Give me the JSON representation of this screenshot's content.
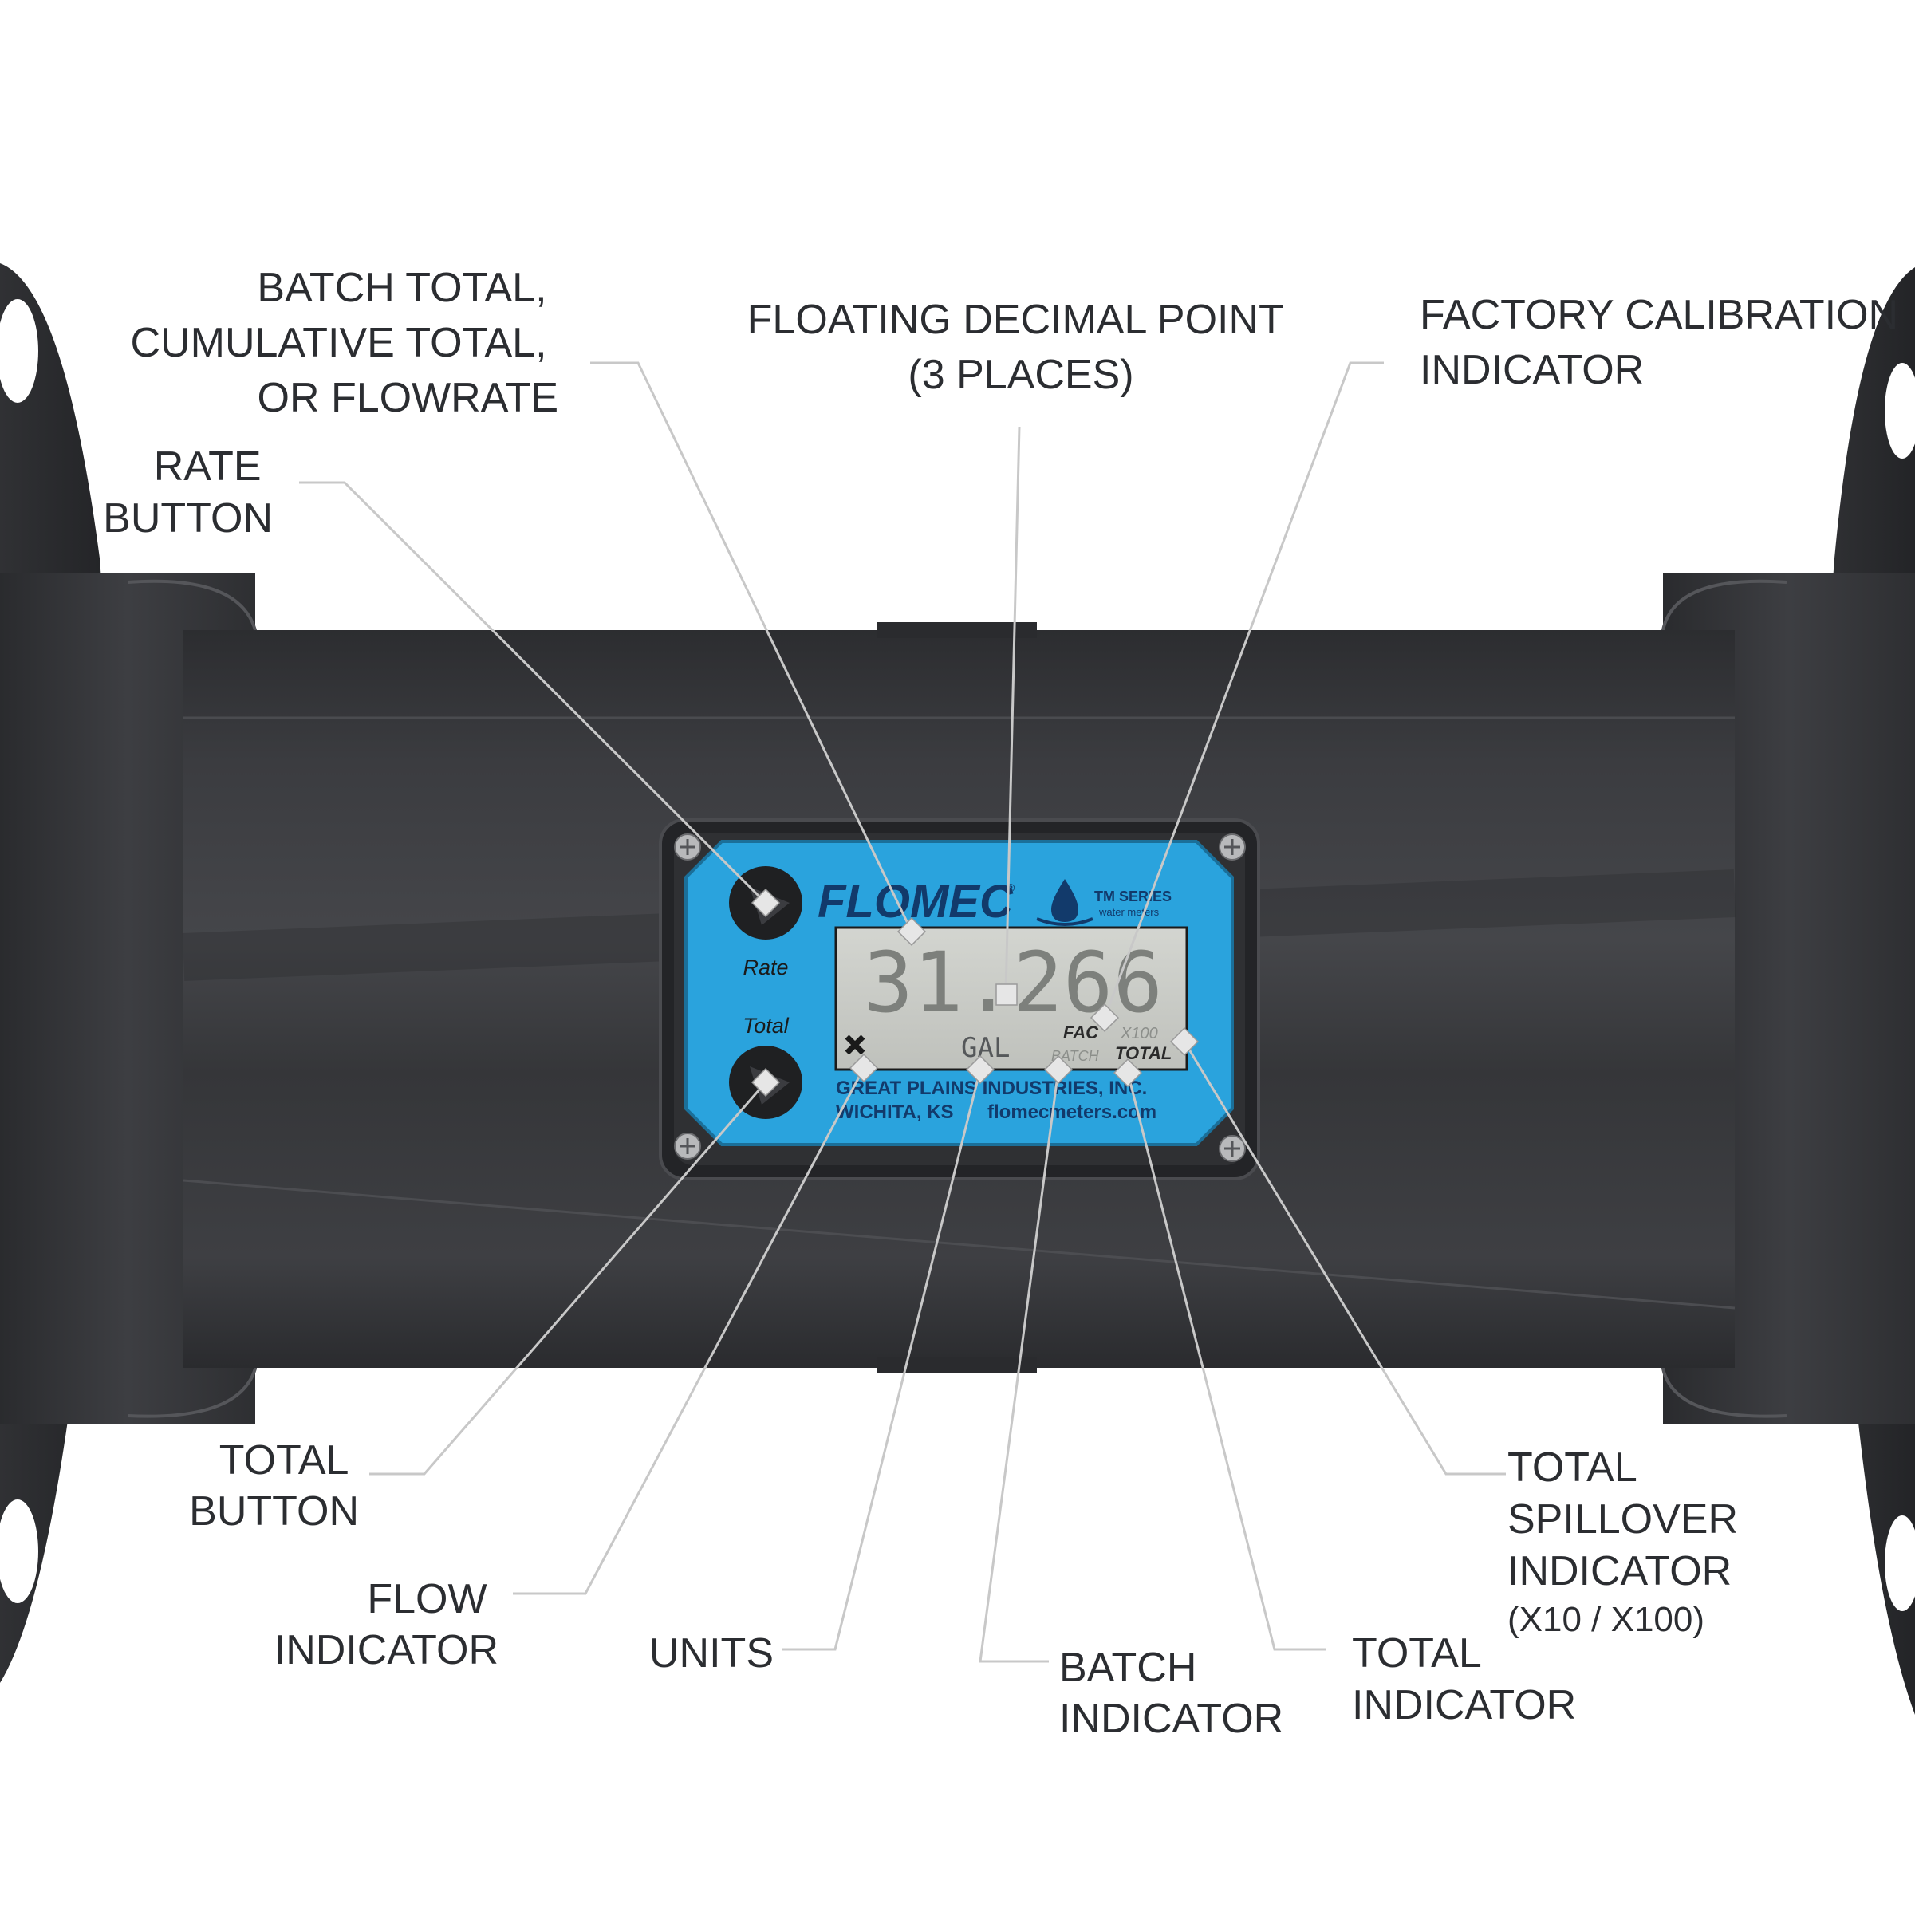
{
  "device": {
    "brand": "FLOMEC",
    "registered": "®",
    "series": "TM SERIES",
    "series_sub": "water meters",
    "rate_button_label": "Rate",
    "total_button_label": "Total",
    "lcd_reading": "31.266",
    "lcd_units": "GAL",
    "lcd_fac": "FAC",
    "lcd_batch": "BATCH",
    "lcd_x100": "X100",
    "lcd_total": "TOTAL",
    "maker_line1": "GREAT PLAINS INDUSTRIES, INC.",
    "maker_line2": "WICHITA, KS",
    "website": "flomecmeters.com",
    "colors": {
      "faceplate": "#2aa3dd",
      "body": "#3a3b3e",
      "lcd": "#c9cbc6",
      "leader": "#c8c8c8",
      "text": "#2b2d31"
    }
  },
  "callouts": {
    "batch_total": {
      "lines": [
        "BATCH TOTAL,",
        "CUMULATIVE TOTAL,",
        "OR FLOWRATE"
      ]
    },
    "floating_decimal": {
      "lines": [
        "FLOATING DECIMAL POINT",
        "(3 PLACES)"
      ]
    },
    "factory_calibration": {
      "lines": [
        "FACTORY CALIBRATION",
        "INDICATOR"
      ]
    },
    "rate_button": {
      "lines": [
        "RATE",
        "BUTTON"
      ]
    },
    "total_button": {
      "lines": [
        "TOTAL",
        "BUTTON"
      ]
    },
    "flow_indicator": {
      "lines": [
        "FLOW",
        "INDICATOR"
      ]
    },
    "units": {
      "lines": [
        "UNITS"
      ]
    },
    "batch_indicator": {
      "lines": [
        "BATCH",
        "INDICATOR"
      ]
    },
    "total_indicator": {
      "lines": [
        "TOTAL",
        "INDICATOR"
      ]
    },
    "total_spillover": {
      "lines": [
        "TOTAL",
        "SPILLOVER",
        "INDICATOR",
        "(X10 / X100)"
      ]
    }
  }
}
